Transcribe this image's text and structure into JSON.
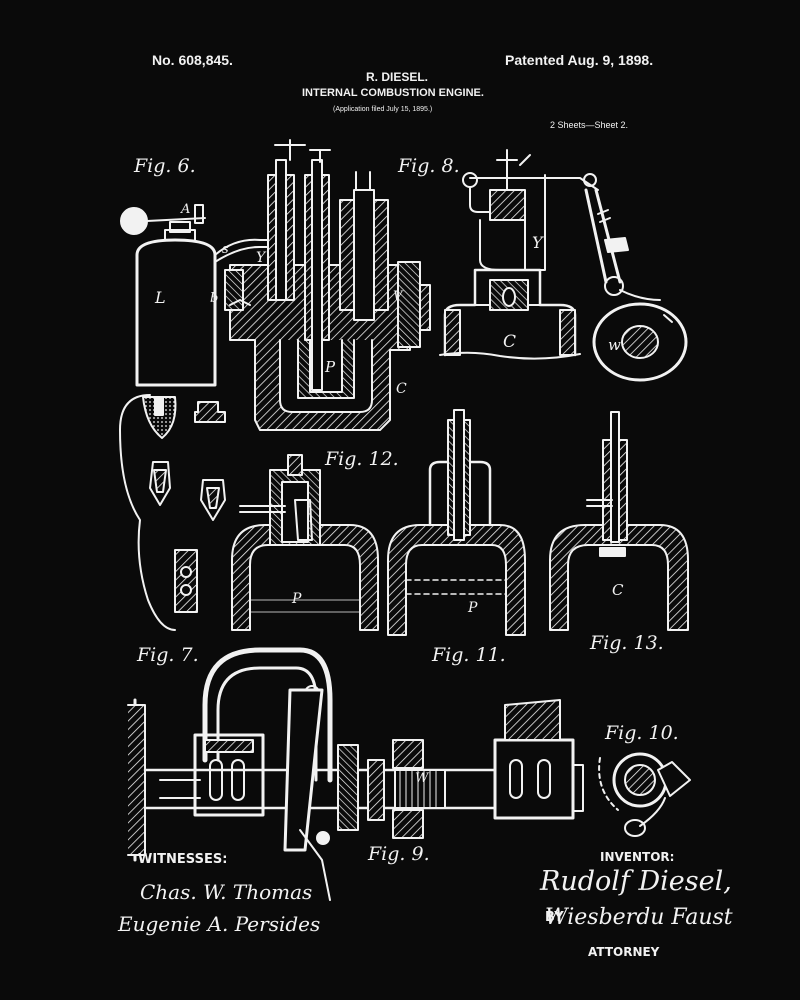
{
  "header": {
    "patent_number": "No. 608,845.",
    "patent_date": "Patented Aug. 9, 1898.",
    "inventor_name": "R. DIESEL.",
    "title": "INTERNAL COMBUSTION ENGINE.",
    "application_note": "(Application filed July 15, 1895.)",
    "sheet_info": "2 Sheets—Sheet 2."
  },
  "figures": {
    "fig6": "Fig. 6.",
    "fig7": "Fig. 7.",
    "fig8": "Fig. 8.",
    "fig9": "Fig. 9.",
    "fig10": "Fig. 10.",
    "fig11": "Fig. 11.",
    "fig12": "Fig. 12.",
    "fig13": "Fig. 13."
  },
  "footer": {
    "witnesses_label": "WITNESSES:",
    "witness_1": "Chas. W. Thomas",
    "witness_2": "Eugenie A. Persides",
    "inventor_label": "INVENTOR:",
    "inventor_signature": "Rudolf Diesel,",
    "by_label": "BY",
    "attorney_signature": "Wiesberdu Faust",
    "attorney_label": "ATTORNEY"
  },
  "colors": {
    "background": "#0a0a0a",
    "ink": "#f2f2f2"
  }
}
